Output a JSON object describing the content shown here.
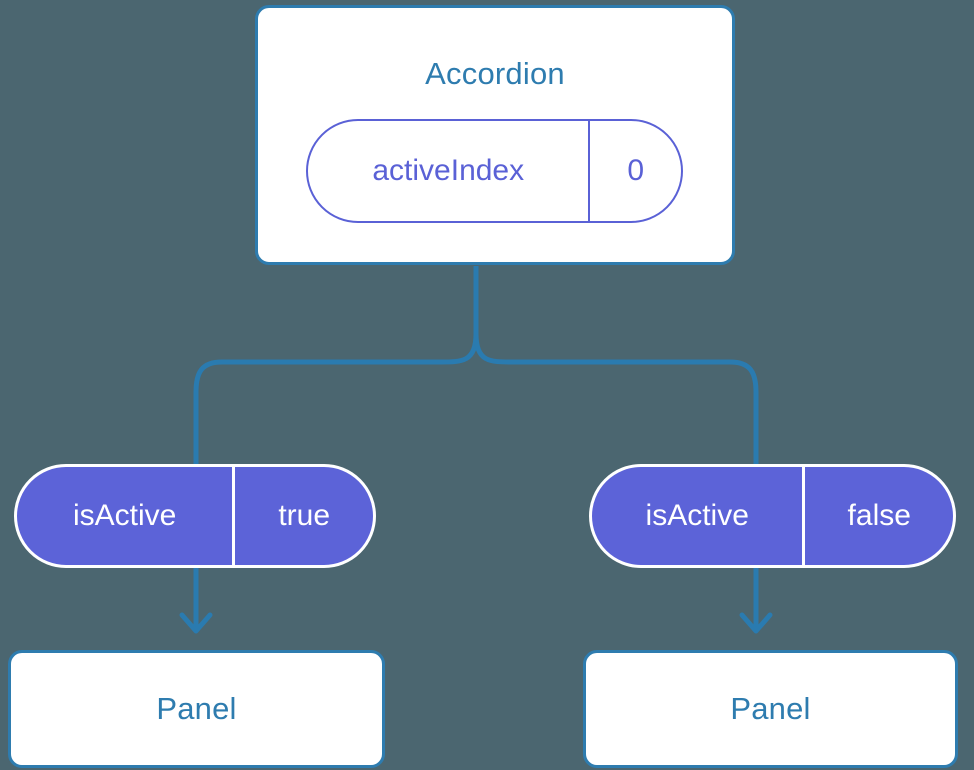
{
  "diagram": {
    "background_color": "#4b6670",
    "connector_color": "#2a7bb0",
    "component_border_color": "#2e7caf",
    "component_title_color": "#2e7caf",
    "state_pill_color": "#5a61d6",
    "prop_pill_color": "#5c63d8",
    "prop_pill_text_color": "#ffffff"
  },
  "root": {
    "title": "Accordion",
    "state": {
      "key": "activeIndex",
      "value": "0"
    }
  },
  "children": [
    {
      "prop": {
        "key": "isActive",
        "value": "true"
      },
      "title": "Panel"
    },
    {
      "prop": {
        "key": "isActive",
        "value": "false"
      },
      "title": "Panel"
    }
  ]
}
